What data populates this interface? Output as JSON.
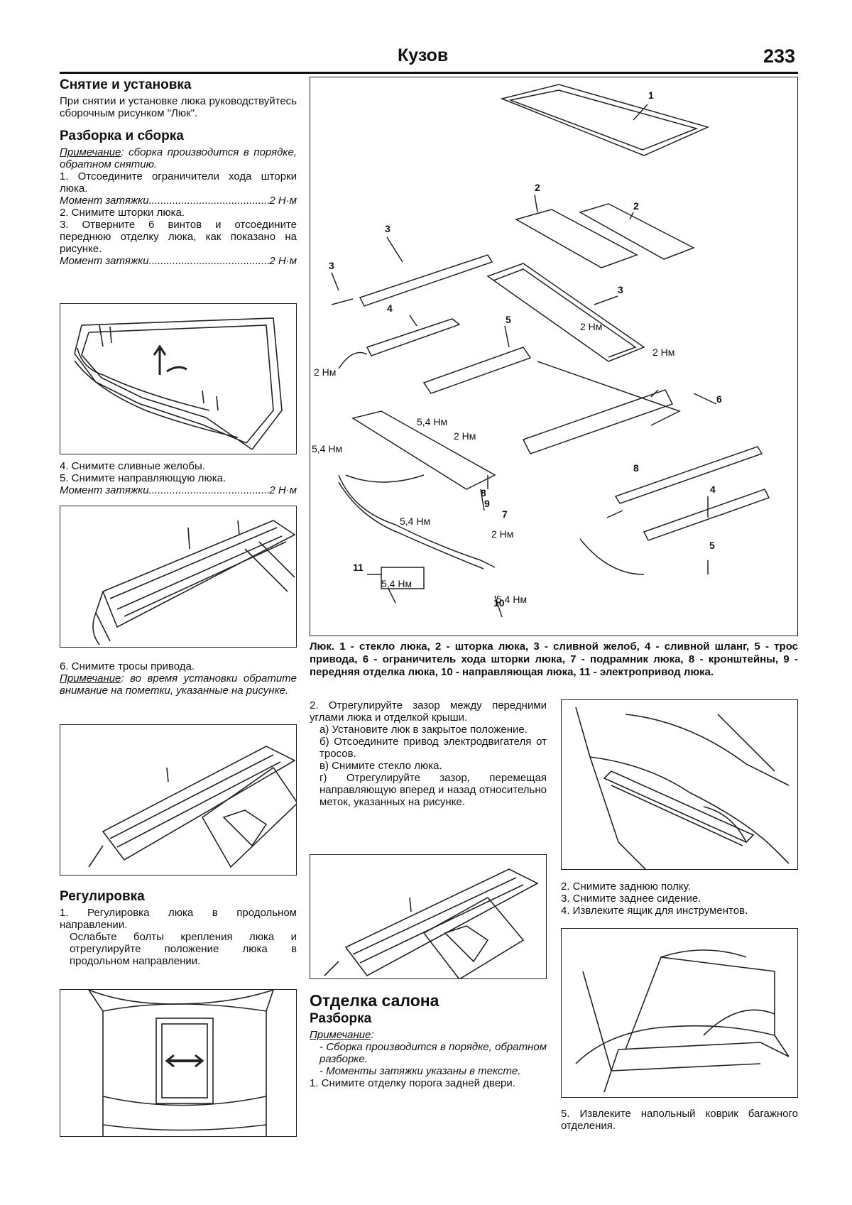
{
  "header": {
    "title": "Кузов",
    "page_number": "233"
  },
  "left": {
    "h_removal": "Снятие и установка",
    "p_removal": "При снятии и установке люка руководствуйтесь сборочным рисунком \"Люк\".",
    "h_disassembly": "Разборка и сборка",
    "note1_label": "Примечание",
    "note1_text": ": сборка производится в порядке, обратном снятию.",
    "step1": "1. Отсоедините ограничители хода шторки люка.",
    "torque_label": "Момент затяжки",
    "torque_value": "2 Н·м",
    "step2": "2. Снимите шторки люка.",
    "step3": "3. Отверните 6 винтов и отсоедините переднюю отделку люка, как показано на рисунке.",
    "step4": "4. Снимите сливные желобы.",
    "step5": "5. Снимите направляющую люка.",
    "step6": "6. Снимите тросы привода.",
    "note2_label": "Примечание",
    "note2_text": ": во время установки обратите внимание на пометки, указанные на рисунке.",
    "h_adjust": "Регулировка",
    "adj1": "1. Регулировка люка в продольном направлении.",
    "adj1b": "Ослабьте болты крепления люка и отрегулируйте положение люка в продольном направлении."
  },
  "main_figure": {
    "callouts": [
      "1",
      "2",
      "2",
      "3",
      "3",
      "3",
      "4",
      "4",
      "5",
      "5",
      "6",
      "7",
      "8",
      "8",
      "9",
      "10",
      "11"
    ],
    "torques": [
      "2 Нм",
      "2 Нм",
      "2 Нм",
      "2 Нм",
      "2 Нм",
      "5,4 Нм",
      "5,4 Нм",
      "5,4 Нм",
      "5,4 Нм",
      "5,4 Нм"
    ],
    "caption": "Люк. 1 - стекло люка, 2 - шторка люка, 3 - сливной желоб, 4 - сливной шланг, 5 - трос привода, 6 - ограничитель хода шторки люка, 7 - подрамник люка, 8 - кронштейны, 9 - передняя отделка люка, 10 - направляющая люка, 11 - электропривод люка."
  },
  "middle": {
    "step2": "2. Отрегулируйте зазор между передними углами люка и отделкой крыши.",
    "a": "а) Установите люк в закрытое положение.",
    "b": "б) Отсоедините привод электродвигателя от тросов.",
    "c": "в) Снимите стекло люка.",
    "d": "г) Отрегулируйте зазор, перемещая направляющую вперед и назад относительно меток, указанных на рисунке.",
    "h_trim": "Отделка салона",
    "h_trim_dis": "Разборка",
    "note3_label": "Примечание",
    "note3_a": "- Сборка производится в порядке, обратном разборке.",
    "note3_b": "- Моменты затяжки указаны в тексте.",
    "trim1": "1. Снимите отделку порога задней двери."
  },
  "right": {
    "s2": "2. Снимите заднюю полку.",
    "s3": "3. Снимите заднее сидение.",
    "s4": "4. Извлеките ящик для инструментов.",
    "s5": "5. Извлеките напольный коврик багажного отделения."
  }
}
